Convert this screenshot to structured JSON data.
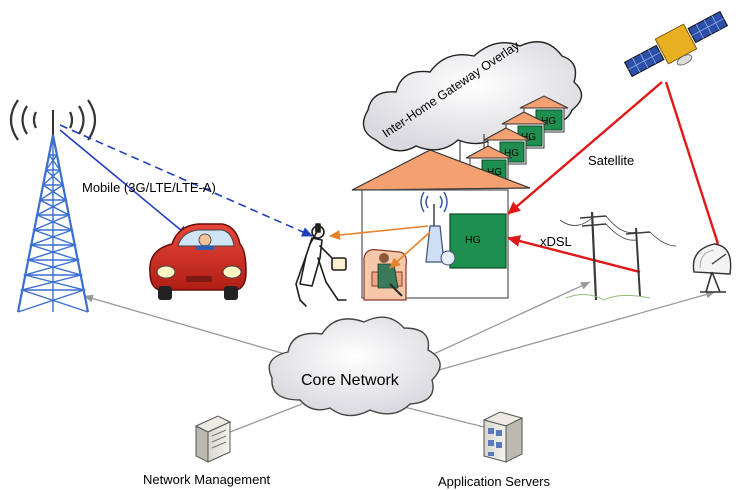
{
  "labels": {
    "mobile": "Mobile (3G/LTE/LTE-A)",
    "overlay": "Inter-Home Gateway Overlay",
    "satellite": "Satellite",
    "xdsl": "xDSL",
    "core": "Core Network",
    "netmgmt": "Network Management",
    "appservers": "Application Servers",
    "hg_main": "HG",
    "hg_small": [
      "HG",
      "HG",
      "HG",
      "HG"
    ]
  },
  "colors": {
    "blue_link": "#1f3fbf",
    "red_link": "#e01818",
    "orange_link": "#e8822a",
    "gray_link": "#9a9a9a",
    "roof": "#f4a070",
    "hg_box": "#1e8f4e",
    "cloud": "#e6e6ea",
    "tower": "#3a6fd0"
  }
}
